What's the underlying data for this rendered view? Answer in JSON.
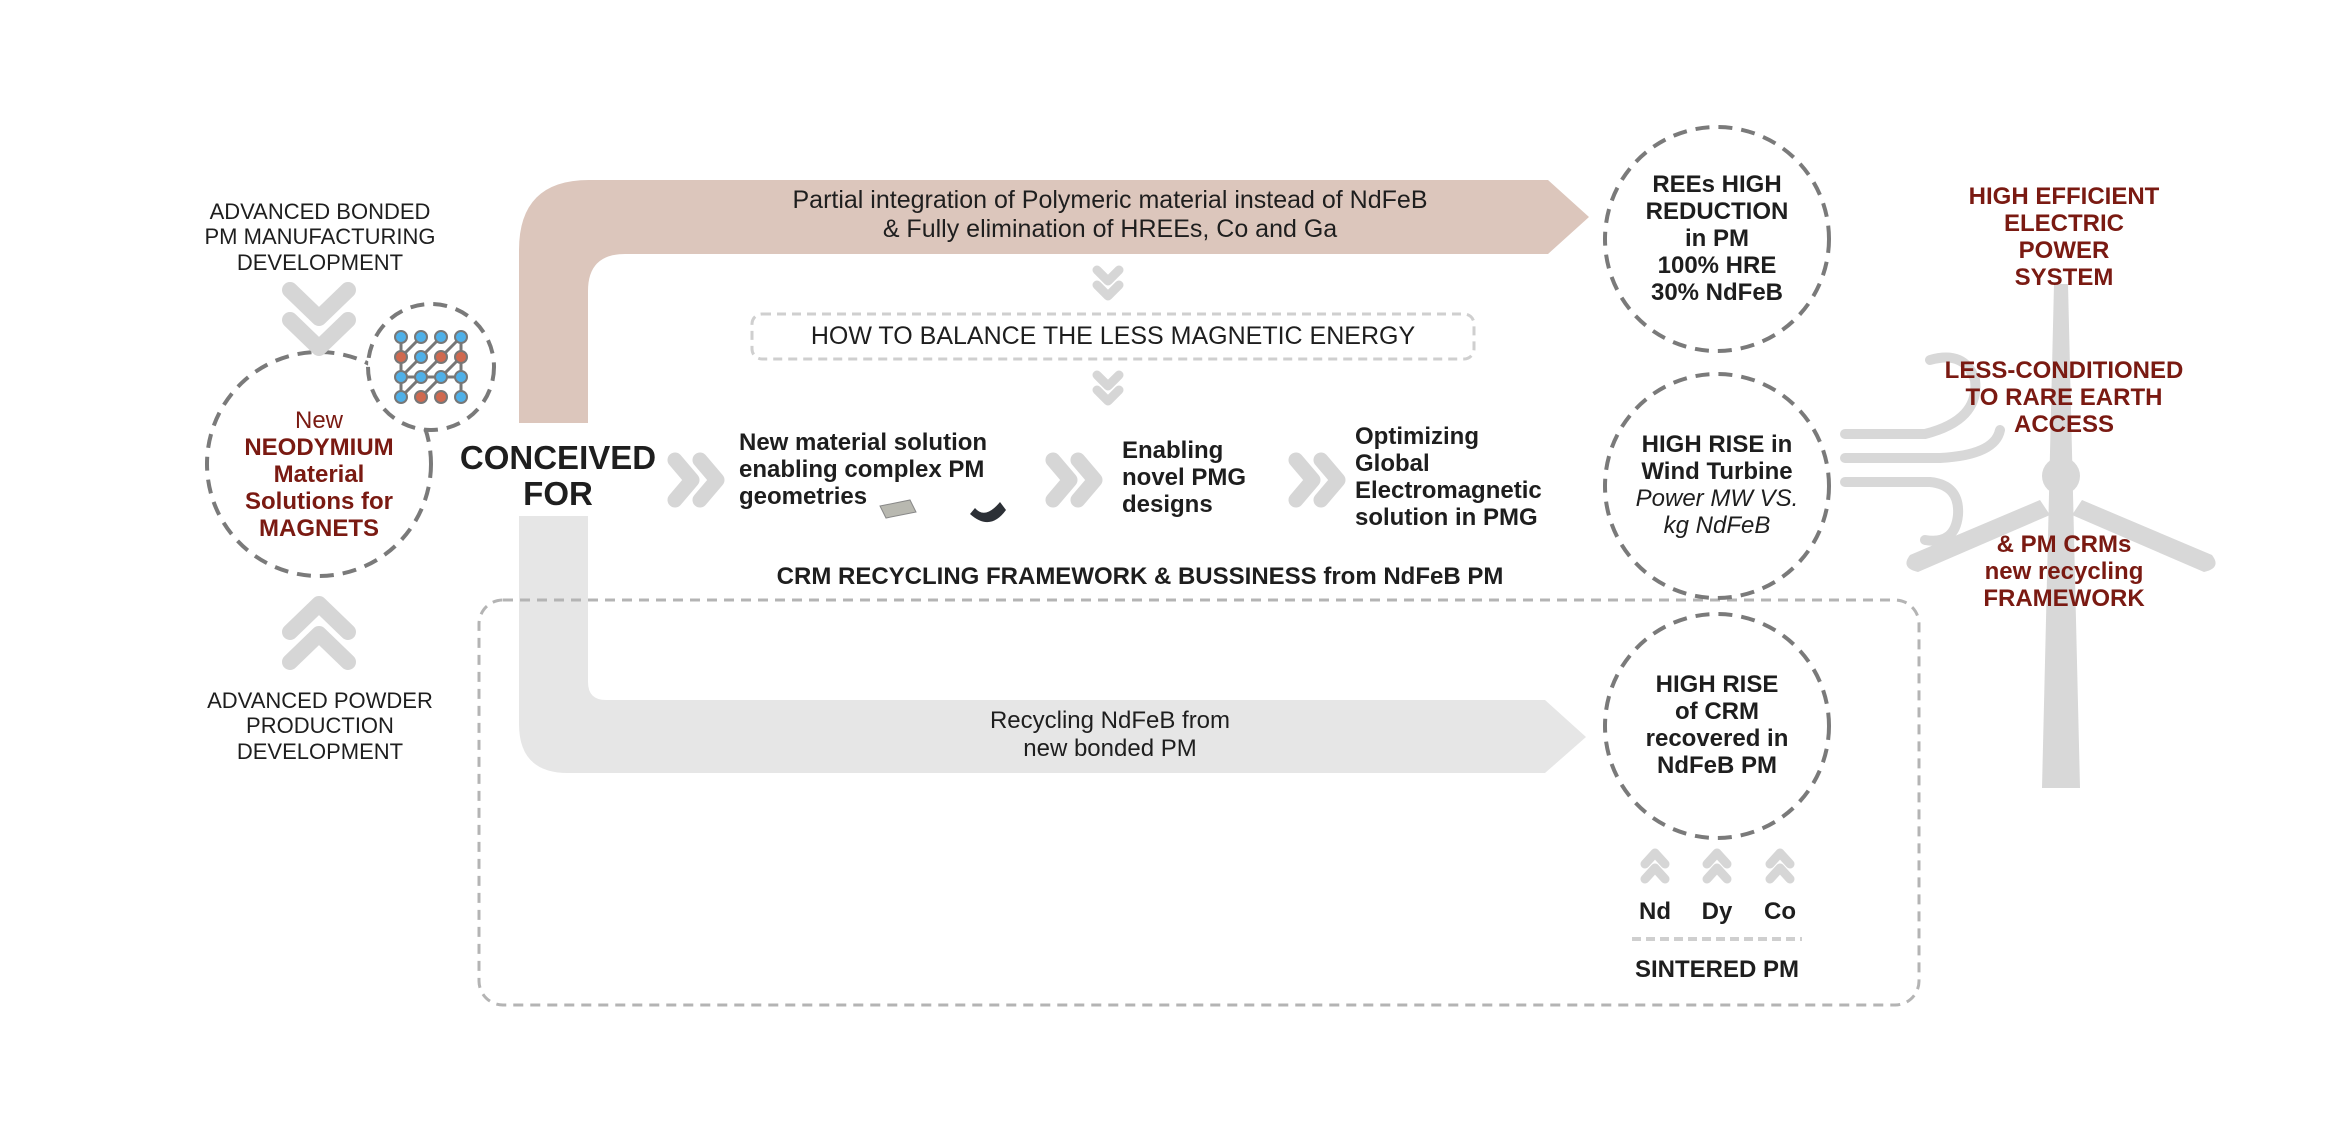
{
  "left": {
    "top_label": [
      "ADVANCED BONDED",
      "PM MANUFACTURING",
      "DEVELOPMENT"
    ],
    "bottom_label": [
      "ADVANCED POWDER",
      "PRODUCTION",
      "DEVELOPMENT"
    ],
    "center_circle": [
      "New",
      "NEODYMIUM",
      "Material",
      "Solutions for",
      "MAGNETS"
    ],
    "conceived": [
      "CONCEIVED",
      "FOR"
    ]
  },
  "top_pipe": [
    "Partial integration of Polymeric material instead of NdFeB",
    "& Fully elimination of HREEs, Co and Ga"
  ],
  "balance_box": "HOW TO BALANCE THE LESS MAGNETIC ENERGY",
  "steps": [
    [
      "New material solution",
      "enabling complex PM",
      "geometries"
    ],
    [
      "Enabling",
      "novel PMG",
      "designs"
    ],
    [
      "Optimizing",
      "Global",
      "Electromagnetic",
      "solution in PMG"
    ]
  ],
  "recycling_title": "CRM RECYCLING FRAMEWORK & BUSSINESS from NdFeB PM",
  "bottom_pipe": [
    "Recycling NdFeB from",
    "new bonded PM"
  ],
  "circles": {
    "rees": [
      "REEs HIGH",
      "REDUCTION",
      "in PM",
      "100% HRE",
      "30% NdFeB"
    ],
    "wind": [
      "HIGH RISE in",
      "Wind Turbine",
      "Power MW VS.",
      "kg NdFeB"
    ],
    "crm": [
      "HIGH RISE",
      "of CRM",
      "recovered in",
      "NdFeB PM"
    ]
  },
  "elements": [
    "Nd",
    "Dy",
    "Co"
  ],
  "sintered": "SINTERED PM",
  "outcomes": {
    "efficient": [
      "HIGH EFFICIENT",
      "ELECTRIC",
      "POWER",
      "SYSTEM"
    ],
    "less_conditioned": [
      "LESS-CONDITIONED",
      "TO RARE EARTH",
      "ACCESS"
    ],
    "recycling": [
      "& PM CRMs",
      "new recycling",
      "FRAMEWORK"
    ]
  },
  "colors": {
    "accent_red": "#7a1a12",
    "pipe_brown": "#dcc6bc",
    "pipe_gray": "#e6e6e6",
    "chevron": "#d6d6d6",
    "dash": "#7a7a7a"
  }
}
